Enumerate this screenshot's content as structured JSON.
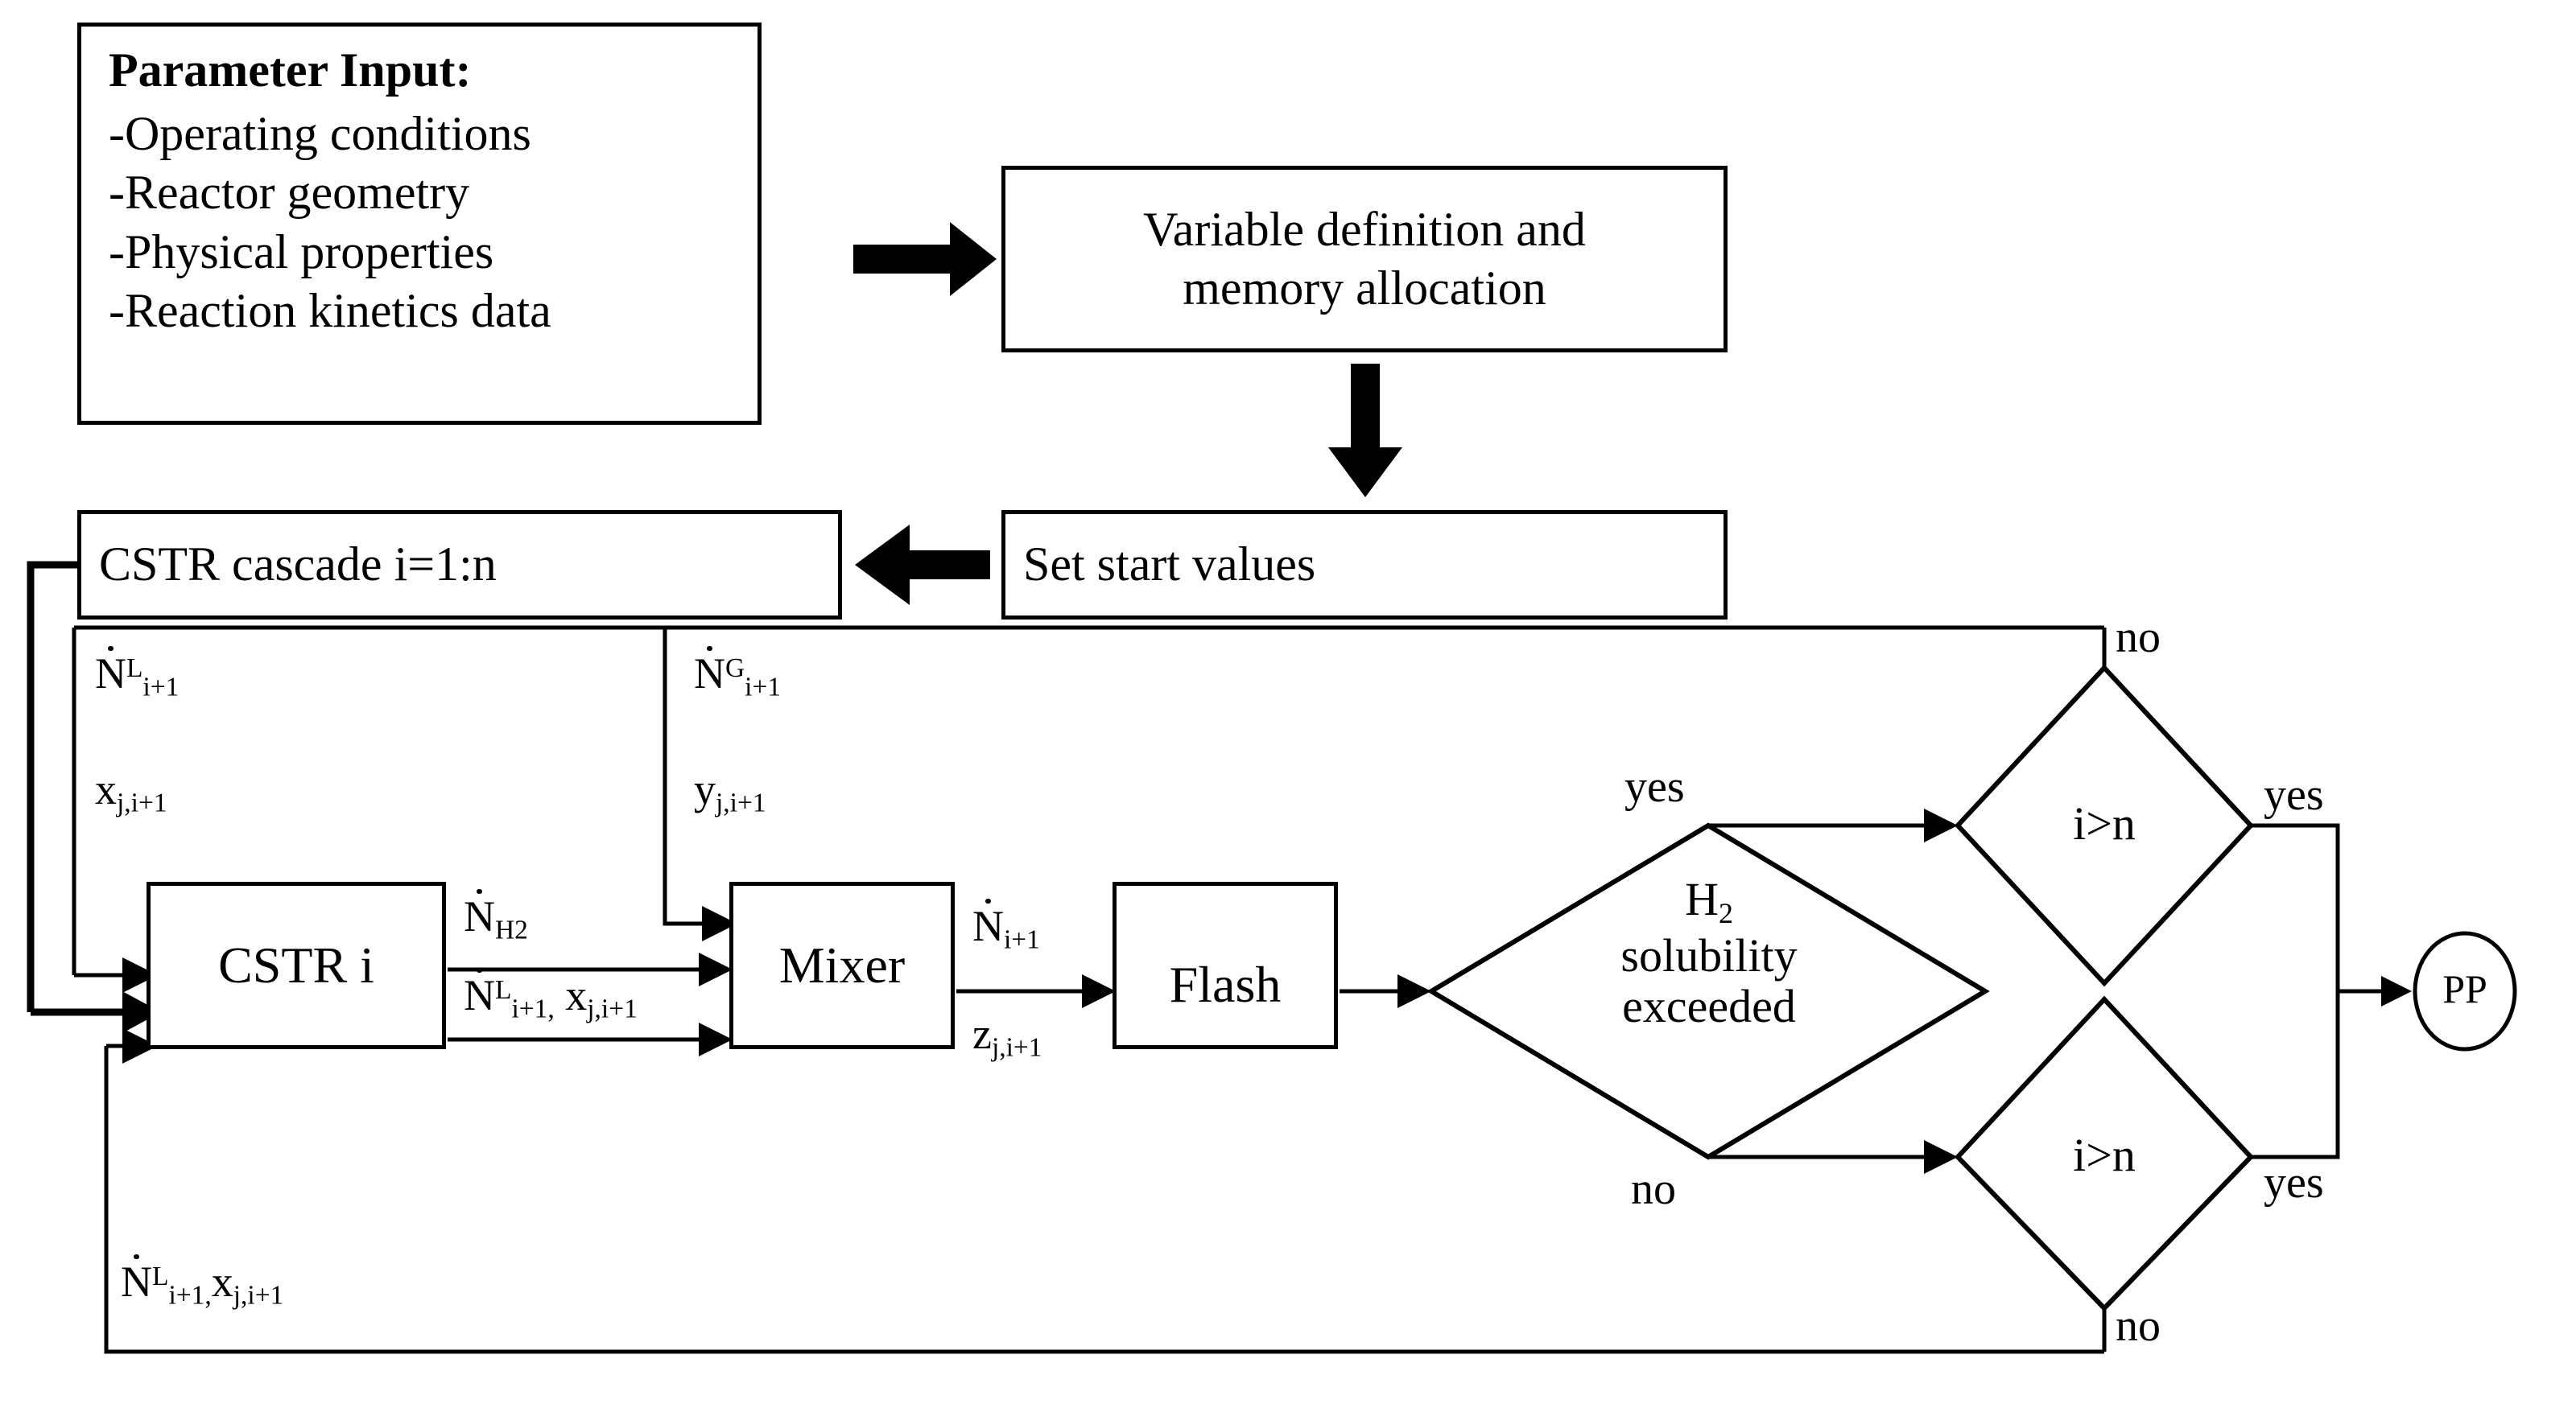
{
  "diagram": {
    "title": "CSTR cascade simulation flowchart",
    "background": "#ffffff",
    "line_color": "#000000"
  },
  "blocks": {
    "parameter_input": {
      "header": "Parameter Input:",
      "items": [
        "-Operating conditions",
        "-Reactor geometry",
        "-Physical properties",
        "-Reaction kinetics data"
      ]
    },
    "variable_definition": {
      "line1": "Variable definition and",
      "line2": "memory allocation"
    },
    "set_start_values": {
      "label": "Set start values"
    },
    "cstr_cascade": {
      "label": "CSTR cascade i=1:n"
    },
    "cstr": {
      "label": "CSTR i"
    },
    "mixer": {
      "label": "Mixer"
    },
    "flash": {
      "label": "Flash"
    },
    "pp": {
      "label": "PP"
    }
  },
  "decisions": {
    "solubility": {
      "line1": "H",
      "line1_sub": "2",
      "line2": "solubility",
      "line3": "exceeded",
      "yes_label": "yes",
      "no_label": "no"
    },
    "iteration_top": {
      "label": "i>n",
      "no_label": "no",
      "yes_label": "yes"
    },
    "iteration_bottom": {
      "label": "i>n",
      "yes_label": "yes",
      "no_label": "no"
    }
  },
  "streams": {
    "liquid_recycle": {
      "symbol": "N",
      "sup": "L",
      "sub": "i+1",
      "composition": "x",
      "composition_sub": "j,i+1"
    },
    "gas_recycle": {
      "symbol": "N",
      "sup": "G",
      "sub": "i+1",
      "composition": "y",
      "composition_sub": "j,i+1"
    },
    "hydrogen": {
      "symbol": "N",
      "sub": "H2"
    },
    "cstr_liquid_out": {
      "symbol": "N",
      "sup": "L",
      "sub": "i+1,",
      "composition": " x",
      "composition_sub": "j,i+1"
    },
    "mixer_out": {
      "symbol": "N",
      "sub": "i+1",
      "composition": "z",
      "composition_sub": "j,i+1"
    },
    "bottom_recycle": {
      "symbol": "N",
      "sup": "L",
      "sub": "i+1,",
      "composition": "x",
      "composition_sub": "j,i+1"
    }
  }
}
